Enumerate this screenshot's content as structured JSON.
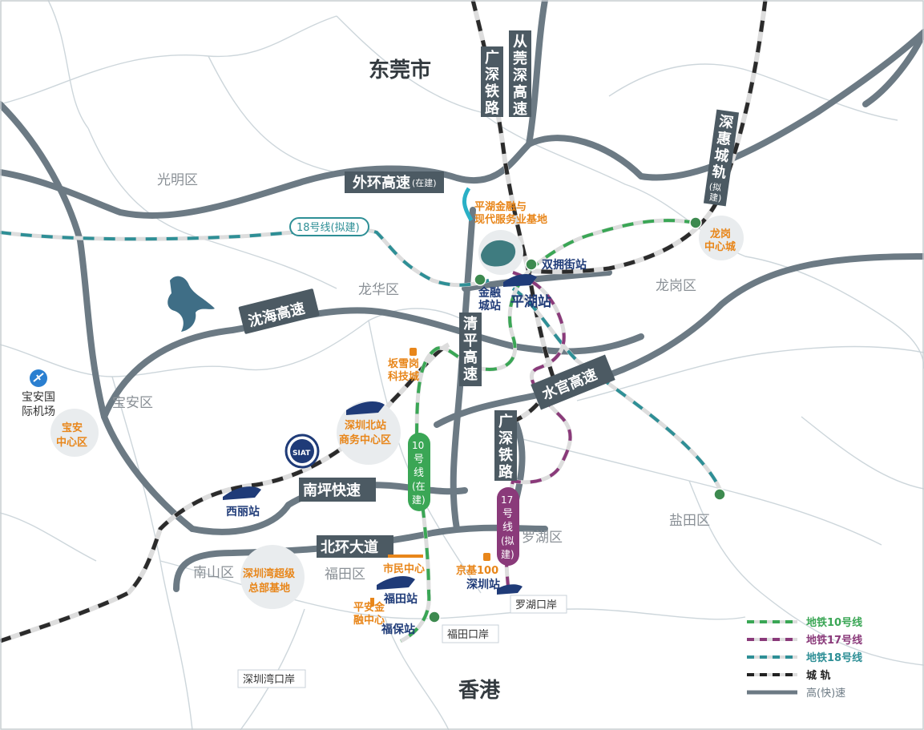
{
  "cities": {
    "dongguan": "东莞市",
    "hongkong": "香港"
  },
  "districts": {
    "guangming": "光明区",
    "longhua": "龙华区",
    "longgang": "龙岗区",
    "baoan": "宝安区",
    "nanshan": "南山区",
    "futian": "福田区",
    "luohu": "罗湖区",
    "yantian": "盐田区"
  },
  "highways": {
    "waihuan": "外环高速",
    "waihuan_note": "(在建)",
    "shenhai": "沈海高速",
    "nanping": "南坪快速",
    "beihuan": "北环大道",
    "shuiguan": "水官高速",
    "qingping": [
      "清",
      "平",
      "高",
      "速"
    ],
    "guangshen_rail_n": [
      "广",
      "深",
      "铁",
      "路"
    ],
    "congguan": [
      "从",
      "莞",
      "深",
      "高",
      "速"
    ],
    "shenhui": [
      "深",
      "惠",
      "城",
      "轨",
      "(拟",
      "建)"
    ],
    "guangshen_rail_s": [
      "广",
      "深",
      "铁",
      "路"
    ]
  },
  "metro_tags": {
    "line18": "18号线(拟建)",
    "line10": [
      "10",
      "号",
      "线",
      "(在",
      "建)"
    ],
    "line17": [
      "17",
      "号",
      "线",
      "(拟",
      "建)"
    ]
  },
  "places": {
    "pinghu_finance": [
      "平湖金融与",
      "现代服务业基地"
    ],
    "longgang_center": [
      "龙岗",
      "中心城"
    ],
    "bantian": [
      "坂雪岗",
      "科技城"
    ],
    "shenzhen_north_cbd": [
      "深圳北站",
      "商务中心区"
    ],
    "baoan_center": [
      "宝安",
      "中心区"
    ],
    "shenzhen_bay_hq": [
      "深圳湾超级",
      "总部基地"
    ],
    "civic_center": "市民中心",
    "pingan": [
      "平安金",
      "融中心"
    ],
    "kingkey": "京基100"
  },
  "stations": {
    "shuangyong": "双拥街站",
    "jinrongcheng": [
      "金融",
      "城站"
    ],
    "pinghu": "平湖站",
    "xili": "西丽站",
    "futian": "福田站",
    "fubao": "福保站",
    "shenzhen": "深圳站"
  },
  "airport": [
    "宝安国",
    "际机场"
  ],
  "ports": {
    "luohu": "罗湖口岸",
    "futian": "福田口岸",
    "shenzhenwan": "深圳湾口岸"
  },
  "siat_logo": "SIAT",
  "legend": [
    {
      "label": "地铁10号线",
      "color": "#3aa655"
    },
    {
      "label": "地铁17号线",
      "color": "#8a3a7a"
    },
    {
      "label": "地铁18号线",
      "color": "#2e8f96"
    },
    {
      "label": "城 轨",
      "color": "#222222"
    },
    {
      "label": "高(快)速",
      "color": "#6c7a84"
    }
  ],
  "colors": {
    "highway": "#6c7a84",
    "line10": "#3aa655",
    "line17": "#8a3a7a",
    "line18": "#2e8f96",
    "rail": "#2b2b2b",
    "lake": "#3f6e86",
    "orange": "#e8861a",
    "navy": "#1f3b78"
  }
}
